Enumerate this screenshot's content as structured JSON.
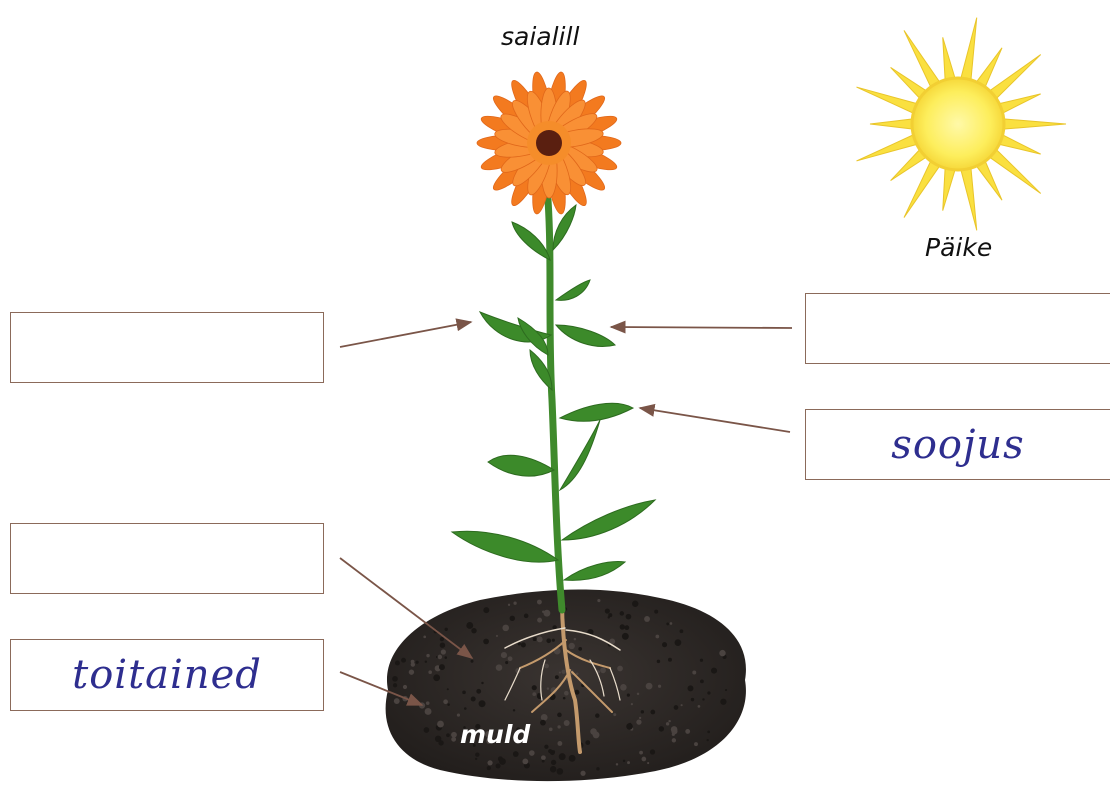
{
  "labels": {
    "plant": "saialill",
    "sun": "Päike",
    "soil": "muld"
  },
  "boxes": {
    "left_top": "",
    "left_mid": "",
    "left_bottom": "toitained",
    "right_top": "",
    "right_bottom": "soojus"
  },
  "colors": {
    "arrow": "#7a5548",
    "box_border": "#8b6a5a",
    "handwriting": "#2e2e8f",
    "petal": "#f37a1f",
    "flower_center": "#5a1f10",
    "stem": "#3f8a2c",
    "leaf": "#3c8a2a",
    "soil": "#2e2926",
    "sun_core": "#fdee5c",
    "sun_rays": "#fae040"
  }
}
